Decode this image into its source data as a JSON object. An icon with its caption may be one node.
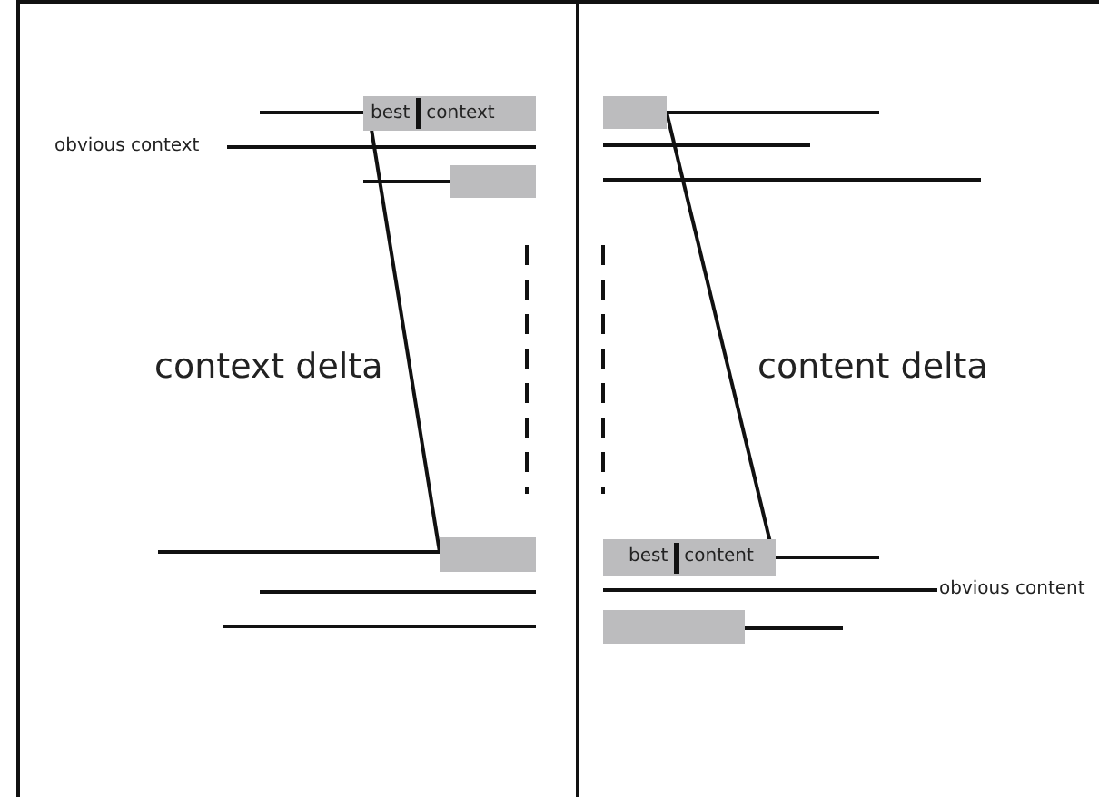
{
  "diagram": {
    "nodes": [
      {
        "text": [
          "best",
          "context"
        ]
      },
      {
        "text": [],
        "shape": "bar"
      },
      {
        "text": [],
        "shape": "bar"
      },
      {
        "text": [],
        "shape": "bar"
      },
      {
        "text": [
          "best",
          "content"
        ]
      },
      {
        "text": [],
        "shape": "bar"
      }
    ],
    "labels": [
      "obvious context",
      "context delta",
      "content delta",
      "obvious content"
    ]
  }
}
